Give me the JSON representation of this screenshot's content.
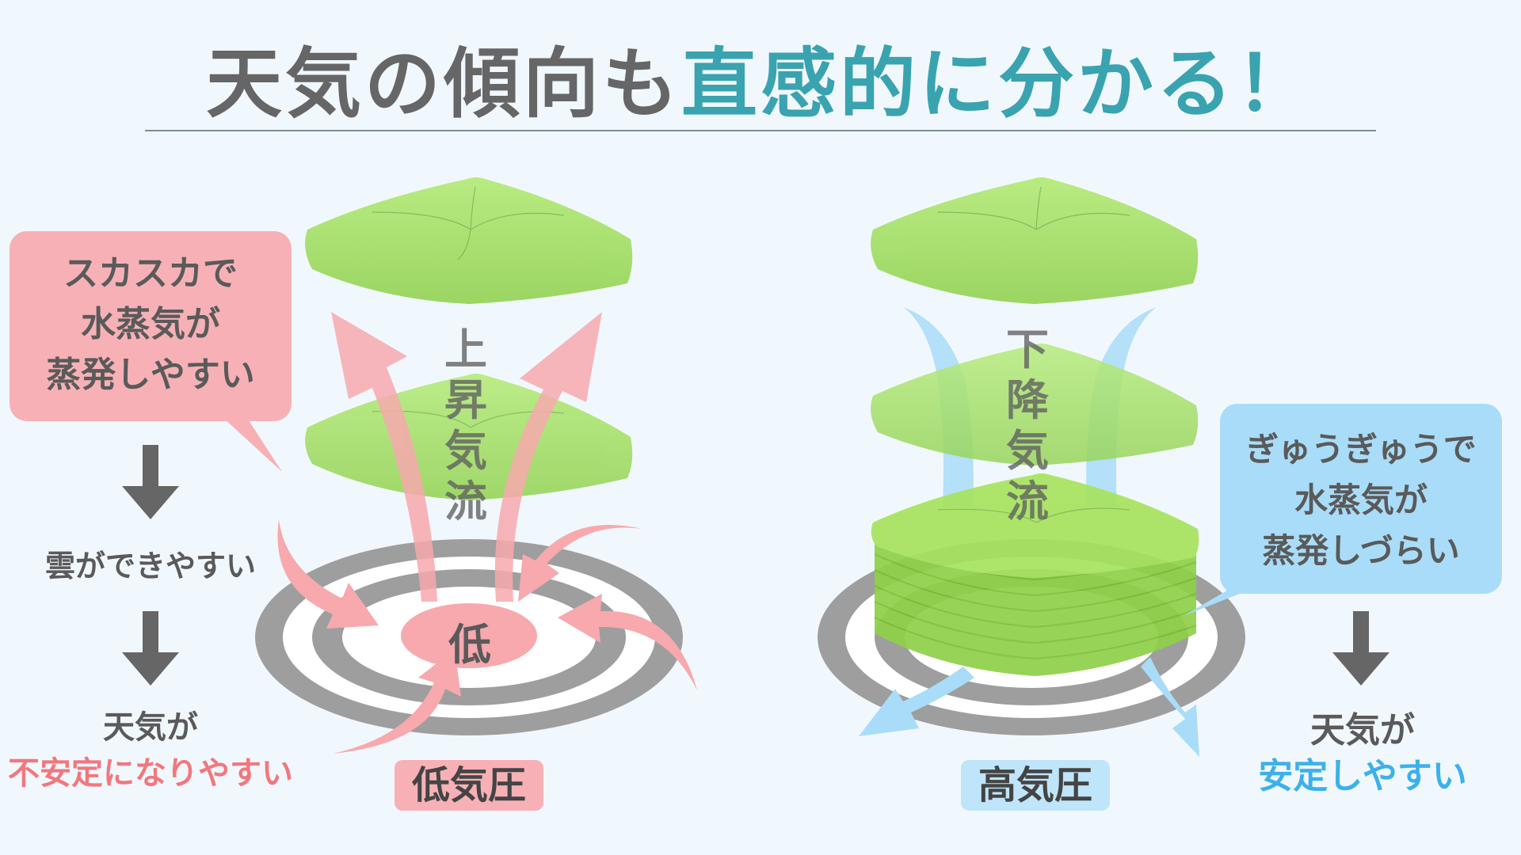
{
  "title": {
    "part1": "天気の傾向も",
    "part2": "直感的に分かる！"
  },
  "colors": {
    "title_gray": "#666666",
    "title_accent": "#3aa3b0",
    "low_pink": "#f7a9ae",
    "low_text": "#f2777d",
    "high_blue": "#a9dcf8",
    "high_text": "#3bb1ea",
    "cushion_green": "#a8e06a",
    "ring_gray": "#9e9e9e",
    "background": "#f1f8fd"
  },
  "low": {
    "bubble_lines": [
      "スカスカで",
      "水蒸気が",
      "蒸発しやすい"
    ],
    "step1": "雲ができやすい",
    "result_line1": "天気が",
    "result_line2": "不安定になりやすい",
    "airflow": [
      "上",
      "昇",
      "気",
      "流"
    ],
    "center_label": "低",
    "name": "低気圧"
  },
  "high": {
    "bubble_lines": [
      "ぎゅうぎゅうで",
      "水蒸気が",
      "蒸発しづらい"
    ],
    "result_line1": "天気が",
    "result_line2": "安定しやすい",
    "airflow": [
      "下",
      "降",
      "気",
      "流"
    ],
    "name": "高気圧"
  },
  "icons": [
    "down-arrow-icon",
    "up-arrow-icon",
    "inflow-arrow-icon",
    "outflow-arrow-icon",
    "cushion-icon",
    "target-rings-icon"
  ]
}
